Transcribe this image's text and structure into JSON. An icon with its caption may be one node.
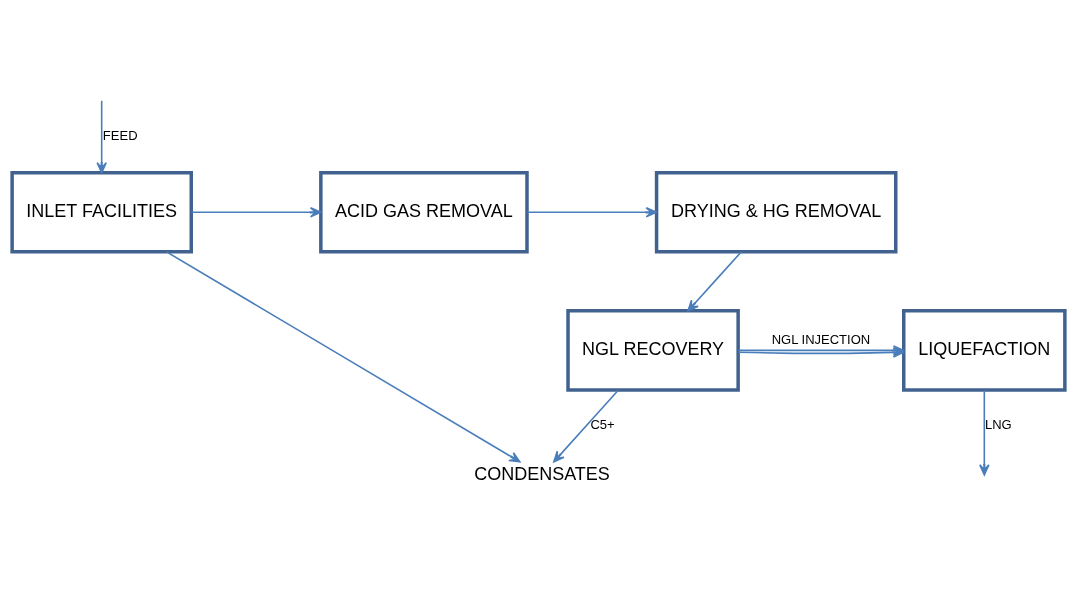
{
  "diagram": {
    "nodes": [
      {
        "text": [
          "INLET FACILITIES"
        ]
      },
      {
        "text": [
          "ACID GAS REMOVAL"
        ]
      },
      {
        "text": [
          "DRYING & HG REMOVAL"
        ]
      },
      {
        "text": [
          "NGL RECOVERY"
        ]
      },
      {
        "text": [
          "LIQUEFACTION"
        ]
      },
      {
        "text": [
          "CONDENSATES"
        ]
      }
    ],
    "edges": [
      {
        "from": null,
        "to": 0,
        "arrow": "to",
        "label": "FEED"
      },
      {
        "from": 0,
        "to": 1,
        "arrow": "to"
      },
      {
        "from": 1,
        "to": 2,
        "arrow": "to"
      },
      {
        "from": 2,
        "to": 3,
        "arrow": "to"
      },
      {
        "from": 0,
        "to": 5,
        "arrow": "to"
      },
      {
        "from": 3,
        "to": 5,
        "arrow": "to",
        "label": "C5+"
      },
      {
        "from": 3,
        "to": 4,
        "arrow": "to"
      },
      {
        "from": 3,
        "to": 4,
        "arrow": "to",
        "label": "NGL INJECTION"
      },
      {
        "from": 4,
        "to": null,
        "arrow": "to",
        "label": "LNG"
      }
    ]
  }
}
